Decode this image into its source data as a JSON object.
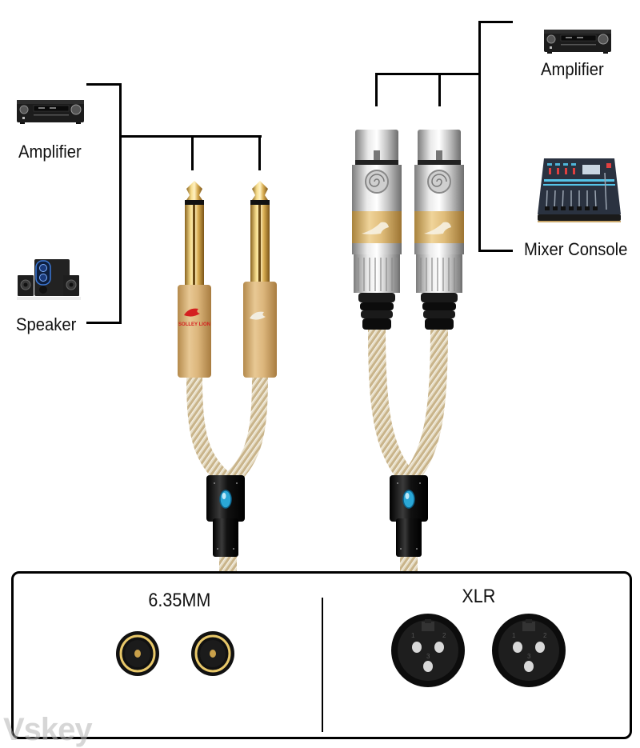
{
  "left_group": {
    "devices": [
      {
        "label": "Amplifier",
        "icon": "amplifier-icon"
      },
      {
        "label": "Speaker",
        "icon": "speaker-icon"
      }
    ],
    "connector": "6.35mm plug x2"
  },
  "right_group": {
    "devices": [
      {
        "label": "Amplifier",
        "icon": "amplifier-icon"
      },
      {
        "label": "Mixer Console",
        "icon": "mixer-console-icon"
      }
    ],
    "connector": "XLR female x2"
  },
  "plug_branding": "SOLLEY LION",
  "panel": {
    "left_title": "6.35MM",
    "right_title": "XLR",
    "xlr_pin_labels": [
      "1",
      "2",
      "3"
    ]
  },
  "watermark": "Vskey",
  "colors": {
    "gold": "#d8b46a",
    "gold_dark": "#a8823c",
    "silver": "#c9c9c9",
    "cable": "#d9ccae",
    "accent_blue": "#2aa7d6",
    "line": "#000000"
  }
}
